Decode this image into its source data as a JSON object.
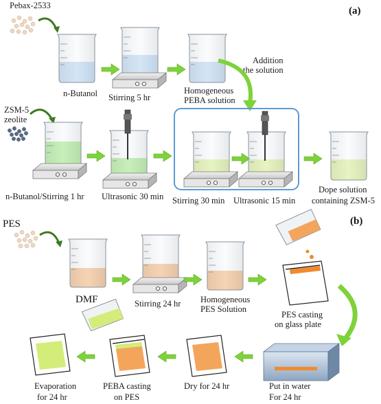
{
  "panel_a": {
    "tag": "(a)",
    "pebax": "Pebax-2533",
    "butanol": "n-Butanol",
    "stirring5": "Stirring 5 hr",
    "homog_peba_1": "Homogeneous",
    "homog_peba_2": "PEBA solution",
    "addition_1": "Addition",
    "addition_2": "the solution",
    "zsm_1": "ZSM-5",
    "zsm_2": "zeolite",
    "butanol_stir": "n-Butanol/Stirring 1 hr",
    "ultra30": "Ultrasonic 30 min",
    "stir30": "Stirring 30 min",
    "ultra15": "Ultrasonic 15 min",
    "dope_1": "Dope solution",
    "dope_2": "containing ZSM-5"
  },
  "panel_b": {
    "tag": "(b)",
    "pes": "PES",
    "dmf": "DMF",
    "stir24": "Stirring 24 hr",
    "homog_pes_1": "Homogeneous",
    "homog_pes_2": "PES Solution",
    "casting_1": "PES casting",
    "casting_2": "on glass plate",
    "water_1": "Put in water",
    "water_2": "For 24 hr",
    "dry": "Dry for 24 hr",
    "peba_cast_1": "PEBA casting",
    "peba_cast_2": "on PES",
    "evap_1": "Evaporation",
    "evap_2": "for 24 hr"
  },
  "colors": {
    "blue_liquid": "#a9cdee",
    "green_liquid": "#8fe36a",
    "yellow_liquid": "#d4ec7a",
    "orange_liquid": "#f4a55c",
    "arrow_green": "#7ed23a",
    "highlight_box": "#5b9bd5"
  }
}
